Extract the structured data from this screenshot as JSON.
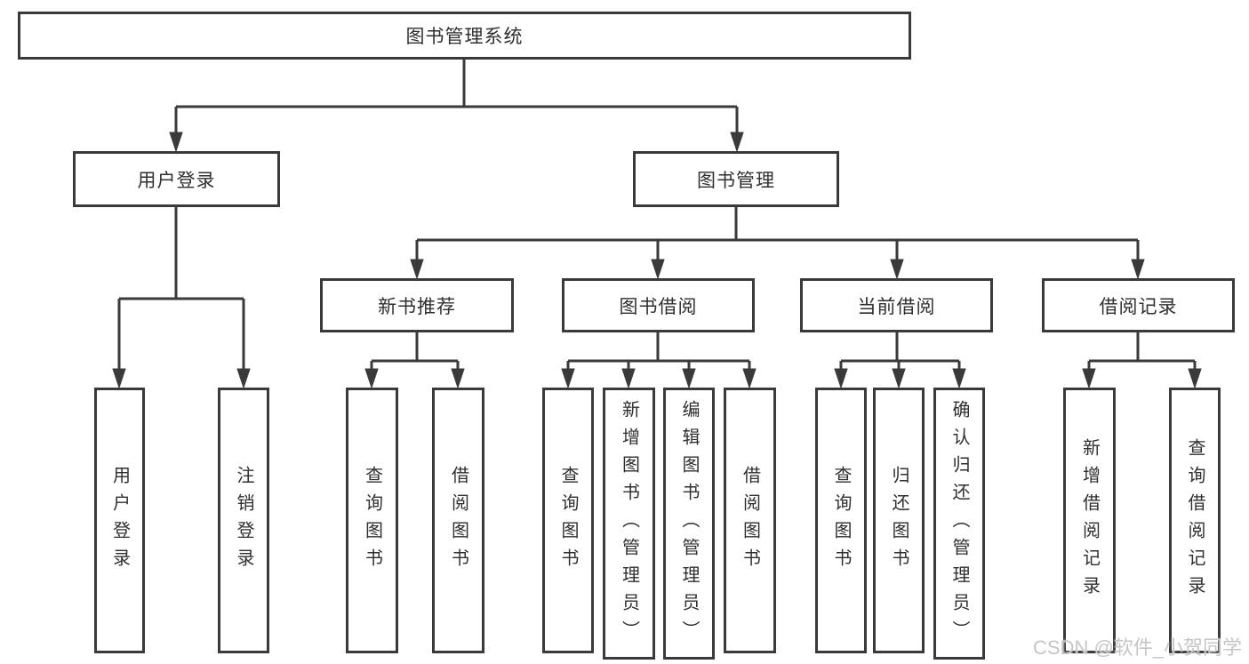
{
  "diagram": {
    "root": {
      "label": "图书管理系统"
    },
    "level2": [
      {
        "id": "user-login",
        "label": "用户登录"
      },
      {
        "id": "book-management",
        "label": "图书管理"
      }
    ],
    "level3": [
      {
        "id": "new-book-recommend",
        "label": "新书推荐",
        "parent": "book-management"
      },
      {
        "id": "book-borrow",
        "label": "图书借阅",
        "parent": "book-management"
      },
      {
        "id": "current-borrow",
        "label": "当前借阅",
        "parent": "book-management"
      },
      {
        "id": "borrow-records",
        "label": "借阅记录",
        "parent": "book-management"
      }
    ],
    "leaves": [
      {
        "parent": "user-login",
        "label": "用户登录"
      },
      {
        "parent": "user-login",
        "label": "注销登录"
      },
      {
        "parent": "new-book-recommend",
        "label": "查询图书"
      },
      {
        "parent": "new-book-recommend",
        "label": "借阅图书"
      },
      {
        "parent": "book-borrow",
        "label": "查询图书"
      },
      {
        "parent": "book-borrow",
        "label": "新增图书（管理员）"
      },
      {
        "parent": "book-borrow",
        "label": "编辑图书（管理员）"
      },
      {
        "parent": "book-borrow",
        "label": "借阅图书"
      },
      {
        "parent": "current-borrow",
        "label": "查询图书"
      },
      {
        "parent": "current-borrow",
        "label": "归还图书"
      },
      {
        "parent": "current-borrow",
        "label": "确认归还（管理员）"
      },
      {
        "parent": "borrow-records",
        "label": "新增借阅记录"
      },
      {
        "parent": "borrow-records",
        "label": "查询借阅记录"
      }
    ],
    "colors": {
      "line": "#3a3a3a",
      "text": "#2f2f2f",
      "background": "#ffffff"
    }
  },
  "watermark": {
    "label": "CSDN @软件_小贺同学",
    "color": "#c6c6c6"
  }
}
